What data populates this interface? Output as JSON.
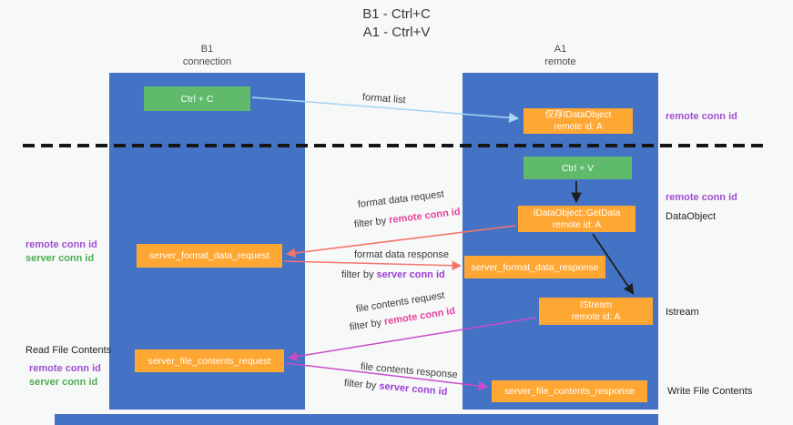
{
  "title": {
    "line1": "B1 - Ctrl+C",
    "line2": "A1 - Ctrl+V"
  },
  "lanes": {
    "left": {
      "name": "B1",
      "subtitle": "connection"
    },
    "right": {
      "name": "A1",
      "subtitle": "remote"
    }
  },
  "boxes": {
    "ctrl_c": {
      "label": "Ctrl + C"
    },
    "ctrl_v": {
      "label": "Ctrl + V"
    },
    "dataobject_cache": {
      "line1": "仅存IDataObject",
      "line2": "remote id: A"
    },
    "getdata": {
      "line1": "IDataObject::GetData",
      "line2": "remote id: A"
    },
    "istream": {
      "line1": "IStream",
      "line2": "remote id: A"
    },
    "server_format_data_request": {
      "label": "server_format_data_request"
    },
    "server_format_data_response": {
      "label": "server_format_data_response"
    },
    "server_file_contents_request": {
      "label": "server_file_contents_request"
    },
    "server_file_contents_response": {
      "label": "server_file_contents_response"
    }
  },
  "arrow_labels": {
    "format_list": "format list",
    "format_data_request": "format data request",
    "format_data_response": "format data response",
    "file_contents_request": "file contents request",
    "file_contents_response": "file contents response",
    "filter_by": "filter by",
    "remote_conn_id": "remote conn id",
    "server_conn_id": "server conn id"
  },
  "side_labels": {
    "remote_conn_id": "remote conn id",
    "server_conn_id": "server conn id",
    "dataobject": "DataObject",
    "istream": "Istream",
    "read_file_contents": "Read File Contents",
    "write_file_contents": "Write File Contents"
  },
  "colors": {
    "lane_blue": "#4472c4",
    "box_green": "#5fbb6b",
    "box_orange": "#ffa733",
    "purple_text": "#a04fd0",
    "green_text": "#4caf50",
    "pink_text": "#e8439e",
    "filter_purple_text": "#9b3fd6",
    "salmon_arrow": "#f4756b",
    "magenta_arrow": "#cb4bc9",
    "lightblue_arrow": "#a9d6f2",
    "black_arrow": "#1f1f1f"
  }
}
